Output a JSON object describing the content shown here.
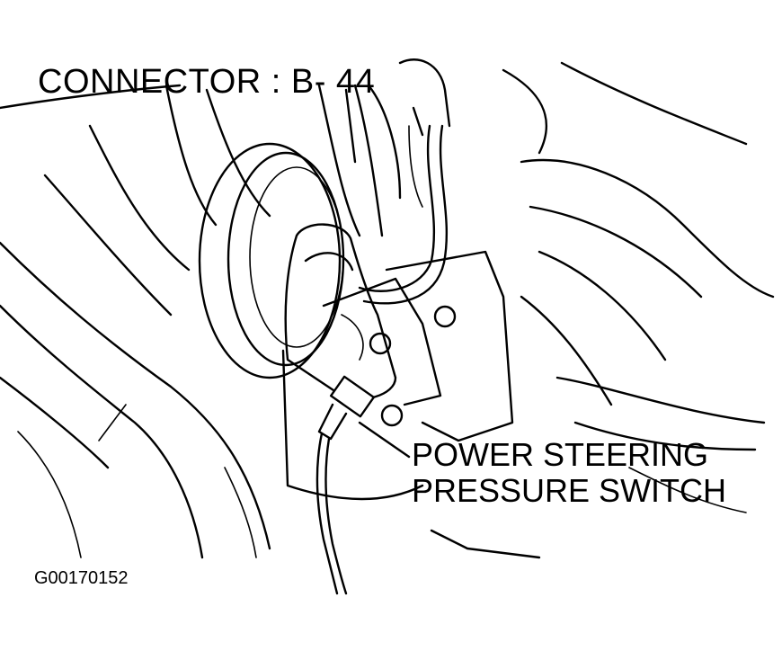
{
  "labels": {
    "connector": "CONNECTOR : B- 44",
    "switch_line1": "POWER STEERING",
    "switch_line2": "PRESSURE SWITCH",
    "figure_id": "G00170152"
  }
}
